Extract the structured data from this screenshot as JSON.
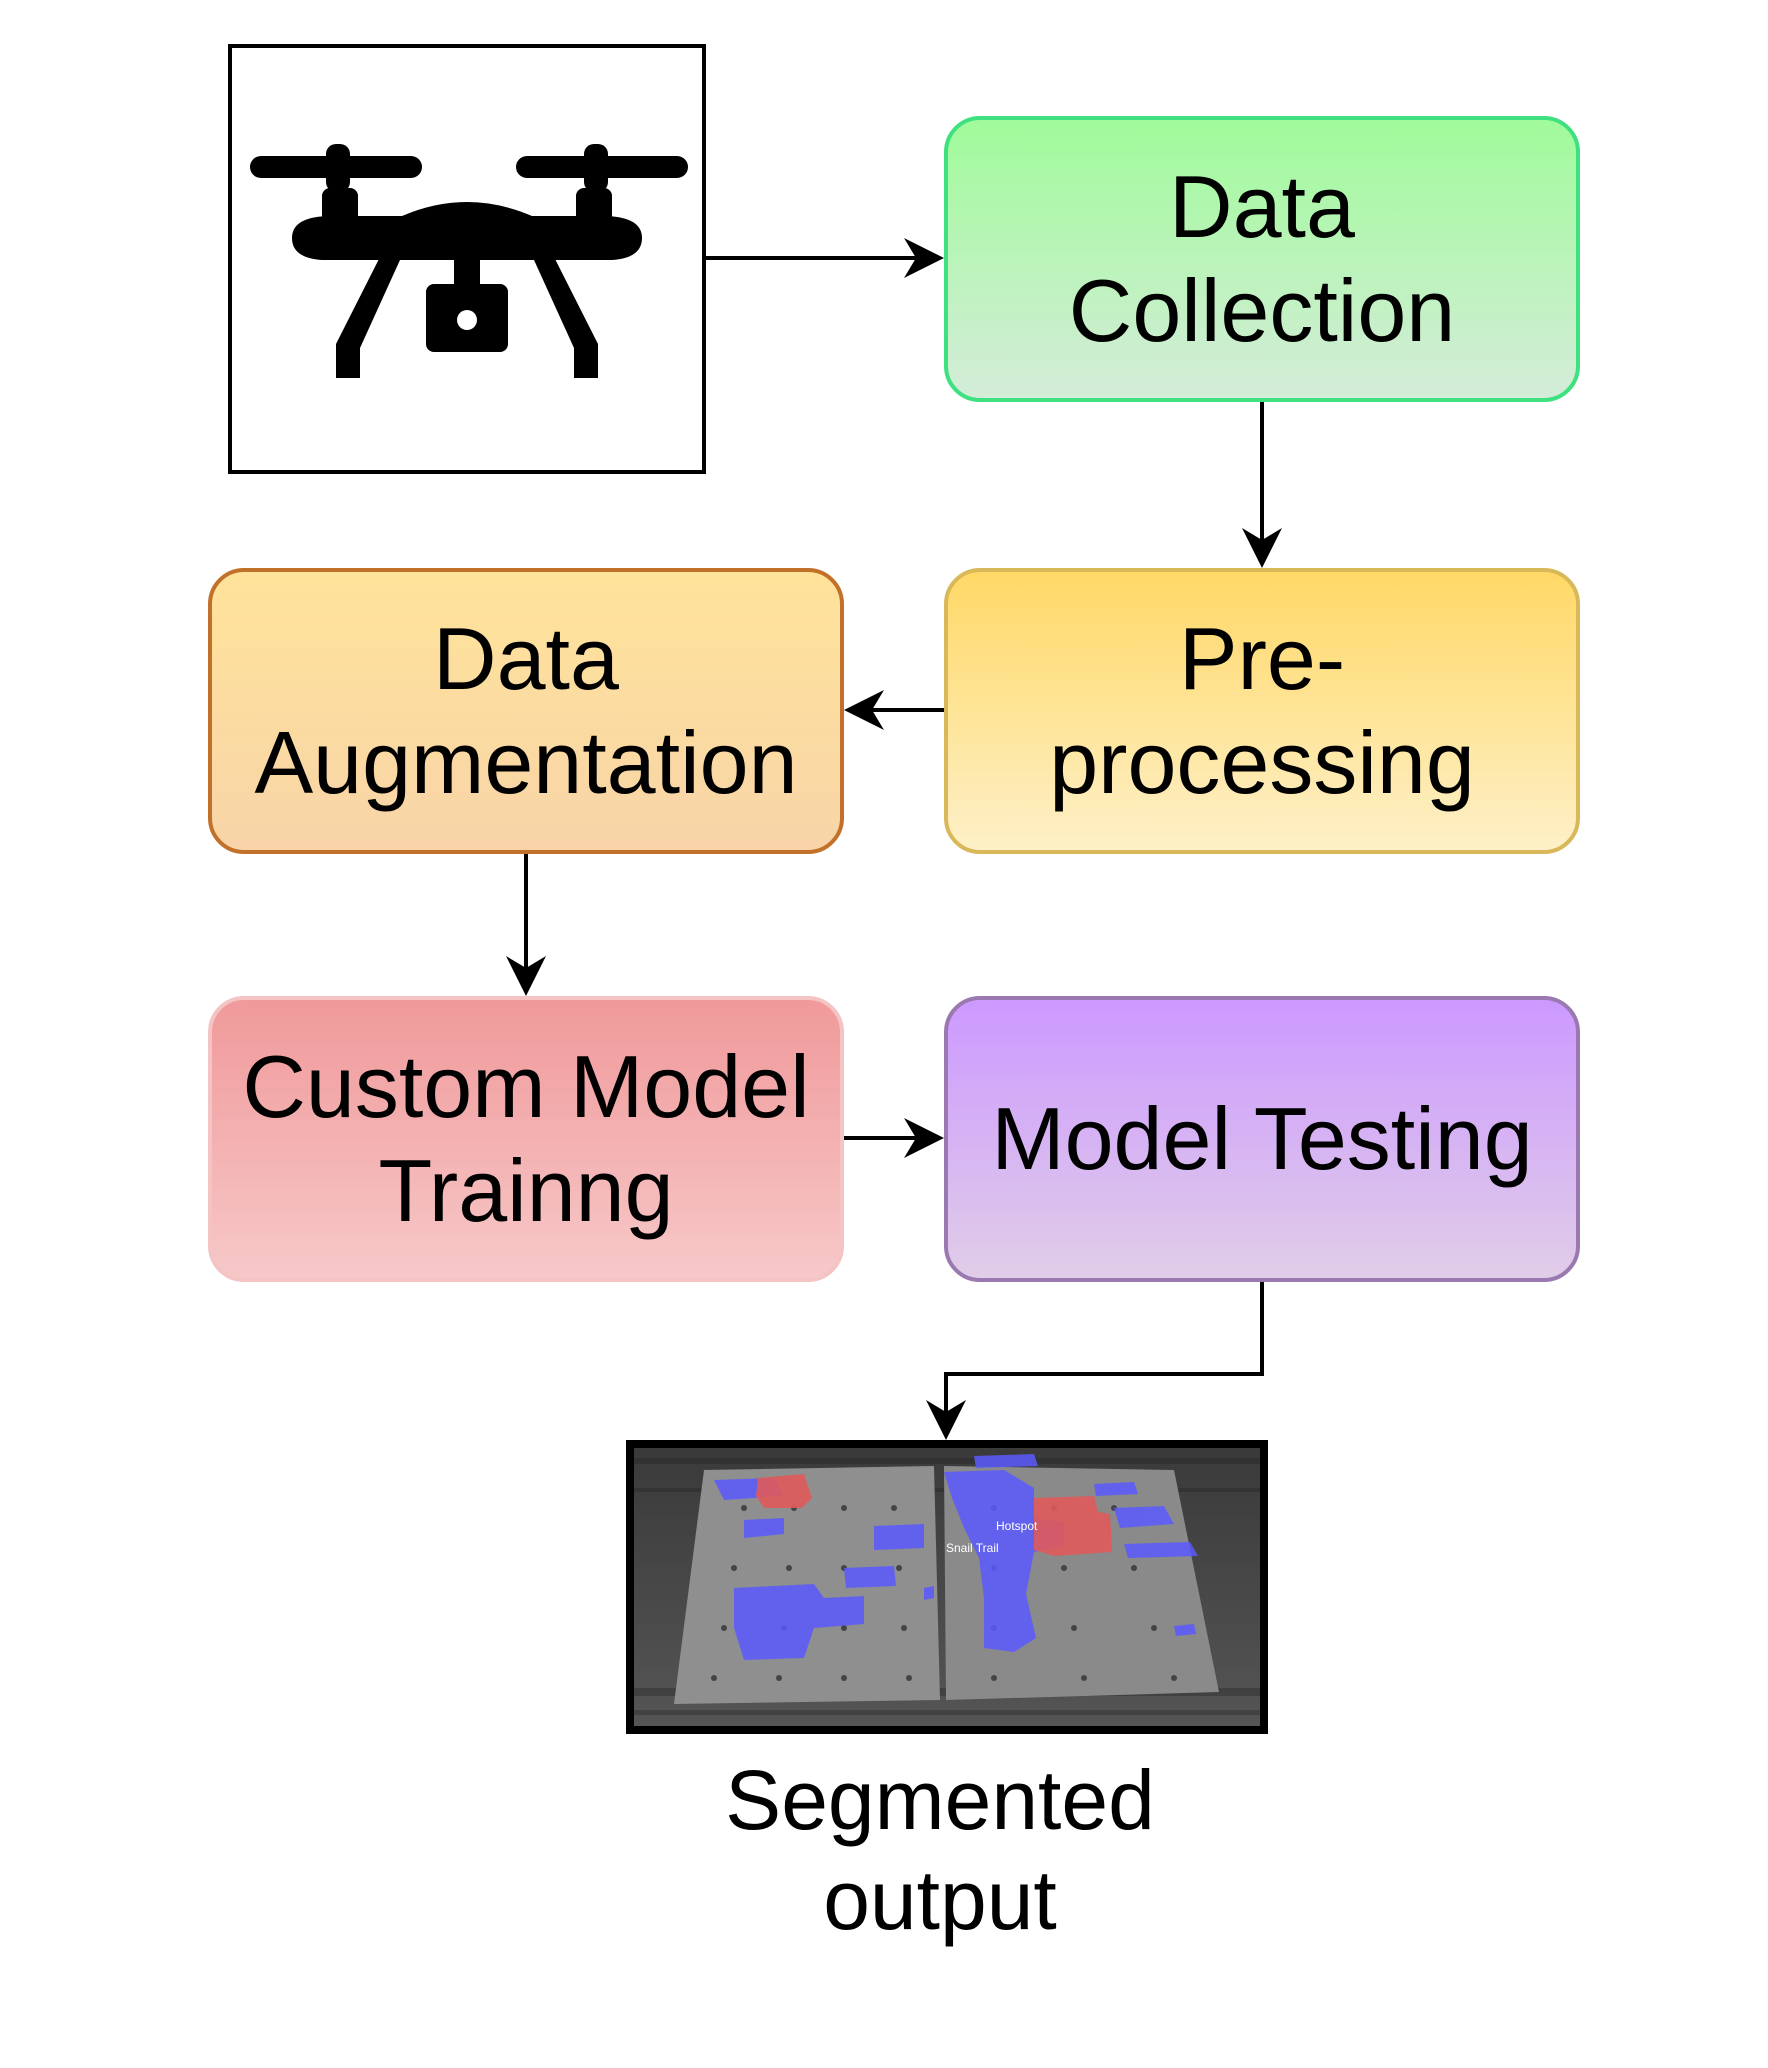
{
  "nodes": {
    "data_collection": "Data\nCollection",
    "pre_processing": "Pre-\nprocessing",
    "data_augmentation": "Data\nAugmentation",
    "custom_model_training": "Custom Model\nTrainng",
    "model_testing": "Model Testing"
  },
  "output": {
    "caption": "Segmented\noutput",
    "overlay_labels": {
      "hotspot": "Hotspot",
      "snail_trail": "Snail Trail"
    }
  },
  "icons": {
    "input": "drone-icon"
  },
  "colors": {
    "collection": "#a0fb9a",
    "preprocessing": "#ffd866",
    "augmentation": "#ffe39a",
    "training": "#f0999a",
    "testing": "#cc99ff",
    "hotspot_overlay": "#e05a5a",
    "snail_trail_overlay": "#5a5aff"
  }
}
